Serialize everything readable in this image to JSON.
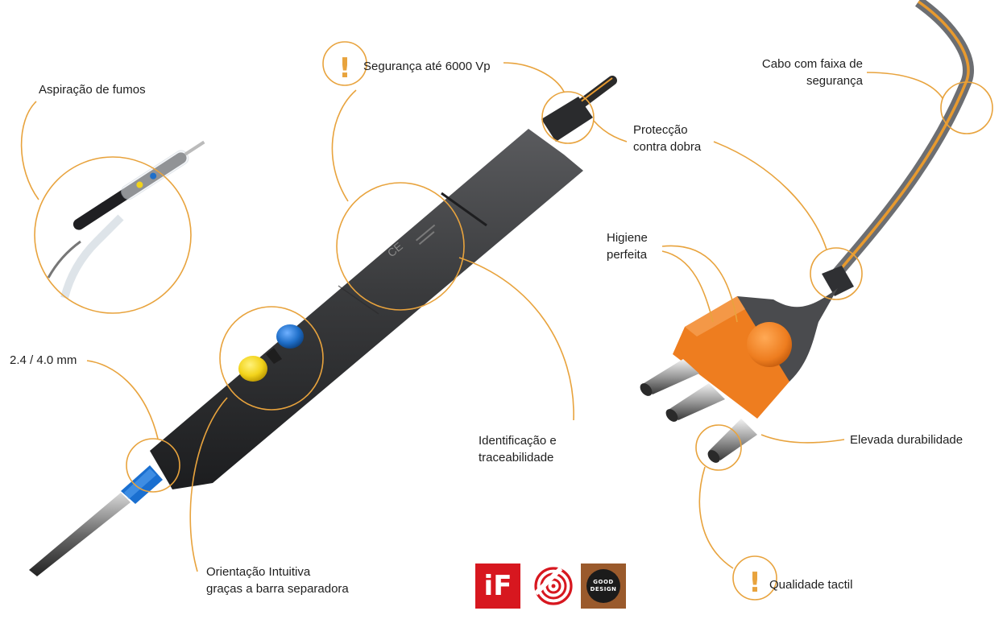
{
  "colors": {
    "callout_orange": "#e8a33d",
    "handle_dark": "#3a3b3d",
    "button_yellow": "#f2d31b",
    "button_blue": "#1f6fc9",
    "connector_orange": "#ee7d1f",
    "cable_stripe": "#e89a2e"
  },
  "labels": {
    "smoke_aspiration": "Aspiração de fumos",
    "diameter": "2.4 / 4.0 mm",
    "safety_voltage": "Segurança até 6000 Vp",
    "kink_protection_line1": "Protecção",
    "kink_protection_line2": "contra dobra",
    "cable_line1": "Cabo com faixa de",
    "cable_line2": "segurança",
    "hygiene_line1": "Higiene",
    "hygiene_line2": "perfeita",
    "identification_line1": "Identificação e",
    "identification_line2": "traceabilidade",
    "durability": "Elevada durabilidade",
    "orientation_line1": "Orientação Intuitiva",
    "orientation_line2": "graças a barra separadora",
    "tactile_quality": "Qualidade tactil"
  },
  "product_marks": {
    "ce_mark": "CE"
  },
  "awards": {
    "if_logo": "iF",
    "good_design_line1": "GOOD",
    "good_design_line2": "DESIGN"
  },
  "icons": {
    "warning": "!"
  }
}
